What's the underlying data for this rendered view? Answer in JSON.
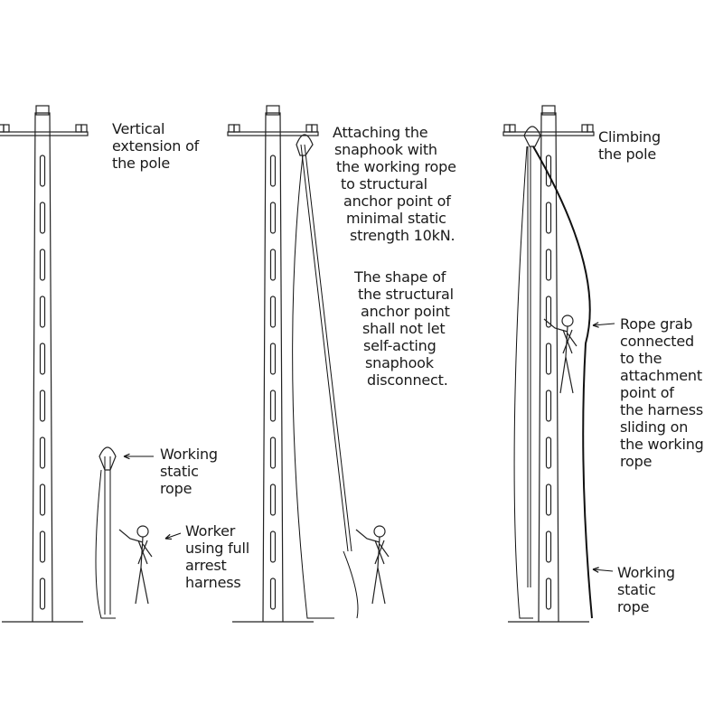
{
  "panels": [
    {
      "caption": [
        "Vertical",
        "extension of",
        "the pole"
      ],
      "labels": [
        {
          "lines": [
            "Working",
            "static",
            "rope"
          ]
        },
        {
          "lines": [
            "Worker",
            "using full",
            "arrest",
            "harness"
          ]
        }
      ]
    },
    {
      "caption": [
        "Attaching the",
        "snaphook with",
        "the working rope",
        "to structural",
        "anchor point of",
        "minimal static",
        "strength 10kN."
      ],
      "note": [
        "The shape of",
        "the structural",
        "anchor point",
        "shall not let",
        "self-acting",
        "snaphook",
        "disconnect."
      ]
    },
    {
      "caption": [
        "Climbing",
        "the pole"
      ],
      "labels": [
        {
          "lines": [
            "Rope grab",
            "connected",
            "to the",
            "attachment",
            "point of",
            "the harness",
            "sliding on",
            "the working",
            "rope"
          ]
        },
        {
          "lines": [
            "Working",
            "static",
            "rope"
          ]
        }
      ]
    }
  ]
}
